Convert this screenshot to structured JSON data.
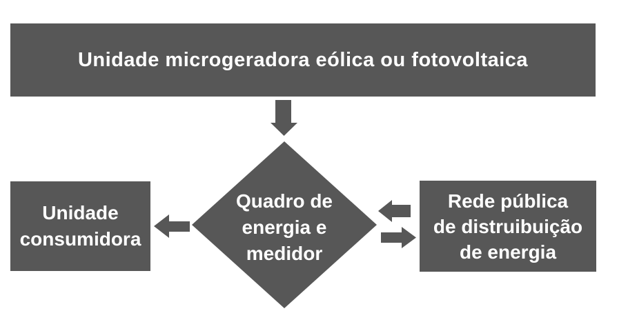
{
  "colors": {
    "shape": "#575757",
    "text": "#ffffff",
    "background": "#ffffff"
  },
  "nodes": {
    "top_box": {
      "lines": [
        "Unidade microgeradora eólica ou fotovoltaica"
      ]
    },
    "left_box": {
      "lines": [
        "Unidade",
        "consumidora"
      ]
    },
    "center_diamond": {
      "lines": [
        "Quadro de",
        "energia e",
        "medidor"
      ]
    },
    "right_box": {
      "lines": [
        "Rede pública",
        "de distruibuição",
        "de energia"
      ]
    }
  },
  "arrows": [
    {
      "name": "down-arrow",
      "from": "top_box",
      "to": "center_diamond",
      "direction": "down"
    },
    {
      "name": "left-arrow",
      "from": "center_diamond",
      "to": "left_box",
      "direction": "left"
    },
    {
      "name": "incoming-left-arrow",
      "from": "right_box",
      "to": "center_diamond",
      "direction": "left"
    },
    {
      "name": "outgoing-right-arrow",
      "from": "center_diamond",
      "to": "right_box",
      "direction": "right"
    }
  ]
}
